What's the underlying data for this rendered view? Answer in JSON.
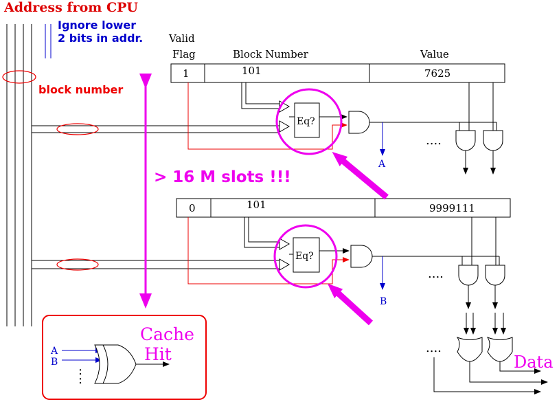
{
  "title": "Address from CPU",
  "ignore_note_line1": "Ignore lower",
  "ignore_note_line2": "2 bits in addr.",
  "block_number_label": "block number",
  "header": {
    "valid_line1": "Valid",
    "valid_line2": "Flag",
    "block_number": "Block Number",
    "value": "Value"
  },
  "rows": [
    {
      "valid": "1",
      "block": "101",
      "value": "7625",
      "comparator": "Eq?",
      "output": "A"
    },
    {
      "valid": "0",
      "block": "101",
      "value": "9999111",
      "comparator": "Eq?",
      "output": "B"
    }
  ],
  "slots_label": "> 16 M slots !!!",
  "ellipsis": "....",
  "legend": {
    "title_line1": "Cache",
    "title_line2": "Hit",
    "input_a": "A",
    "input_b": "B",
    "dots": ":"
  },
  "data_label": "Data",
  "colors": {
    "title_red": "#dd0000",
    "blue": "#0000cc",
    "magenta": "#ee00ee",
    "red": "#ee0000"
  }
}
